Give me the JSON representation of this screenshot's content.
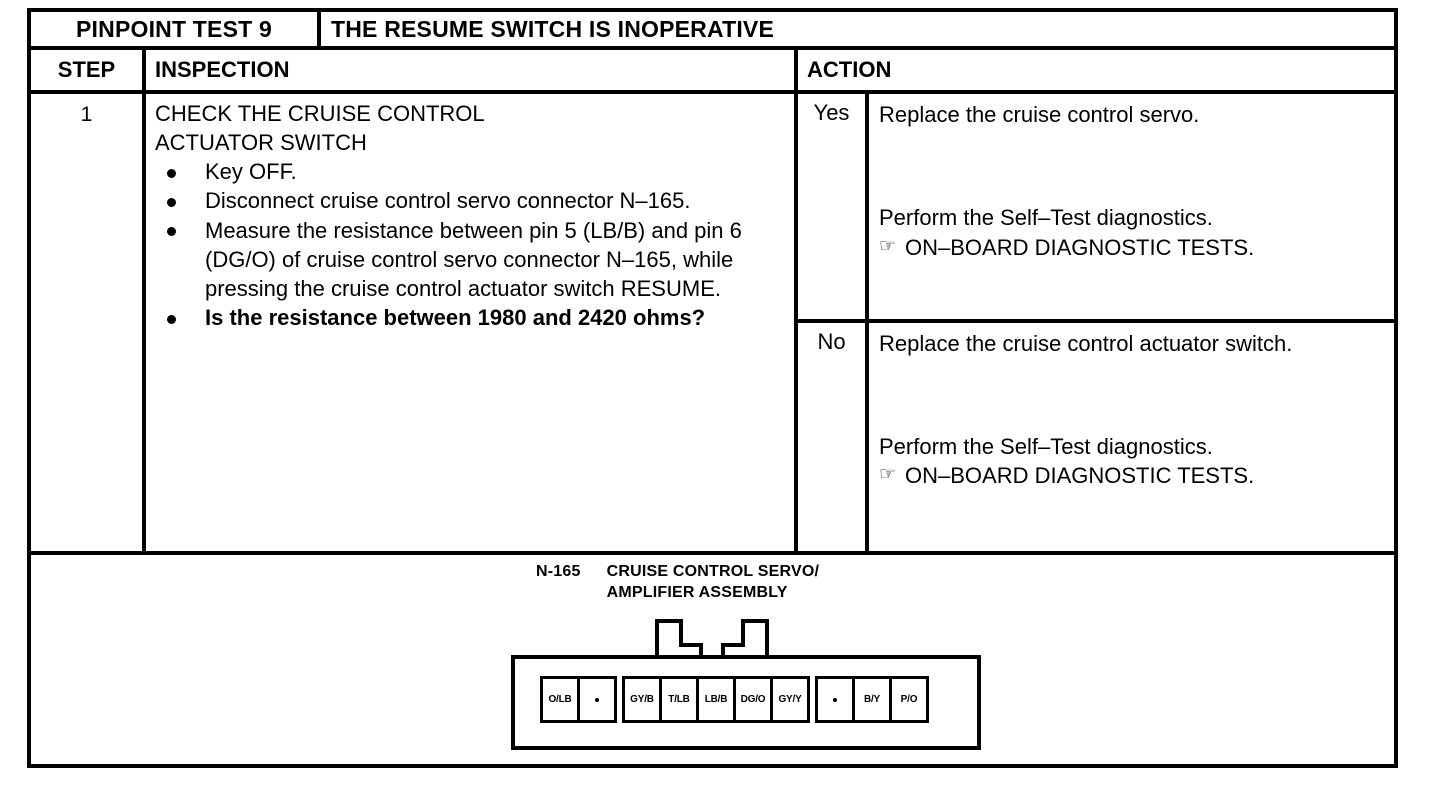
{
  "title_row": {
    "test_label": "PINPOINT TEST 9",
    "test_description": "THE RESUME SWITCH IS INOPERATIVE"
  },
  "columns": {
    "step": "STEP",
    "inspection": "INSPECTION",
    "action": "ACTION"
  },
  "step": {
    "number": "1",
    "inspection_title": "CHECK THE CRUISE CONTROL\nACTUATOR SWITCH",
    "inspection_items": [
      {
        "text": "Key OFF.",
        "bold": false
      },
      {
        "text": "Disconnect cruise control servo connector N–165.",
        "bold": false
      },
      {
        "text": "Measure the resistance between pin 5 (LB/B) and pin 6 (DG/O) of cruise control servo connector N–165, while pressing the cruise control actuator switch RESUME.",
        "bold": false
      },
      {
        "text": "Is the resistance between 1980 and 2420 ohms?",
        "bold": true
      }
    ],
    "branches": [
      {
        "label": "Yes",
        "primary_action": "Replace the cruise control servo.",
        "secondary_action": "Perform the Self–Test diagnostics.",
        "reference_icon": "☞",
        "reference_icon_name": "pointing-hand-icon",
        "reference": "ON–BOARD DIAGNOSTIC TESTS."
      },
      {
        "label": "No",
        "primary_action": "Replace the cruise control actuator switch.",
        "secondary_action": "Perform the Self–Test diagnostics.",
        "reference_icon": "☞",
        "reference_icon_name": "pointing-hand-icon",
        "reference": "ON–BOARD DIAGNOSTIC TESTS."
      }
    ]
  },
  "diagram": {
    "connector_id": "N-165",
    "connector_name": "CRUISE CONTROL SERVO/\nAMPLIFIER ASSEMBLY",
    "pins": [
      {
        "label": "O/LB",
        "blank": false,
        "gap_after": false
      },
      {
        "label": "",
        "blank": true,
        "gap_after": true
      },
      {
        "label": "GY/B",
        "blank": false,
        "gap_after": false
      },
      {
        "label": "T/LB",
        "blank": false,
        "gap_after": false
      },
      {
        "label": "LB/B",
        "blank": false,
        "gap_after": false
      },
      {
        "label": "DG/O",
        "blank": false,
        "gap_after": false
      },
      {
        "label": "GY/Y",
        "blank": false,
        "gap_after": true
      },
      {
        "label": "",
        "blank": true,
        "gap_after": false
      },
      {
        "label": "B/Y",
        "blank": false,
        "gap_after": false
      },
      {
        "label": "P/O",
        "blank": false,
        "gap_after": false
      }
    ]
  },
  "colors": {
    "ink": "#000000",
    "paper": "#ffffff"
  }
}
